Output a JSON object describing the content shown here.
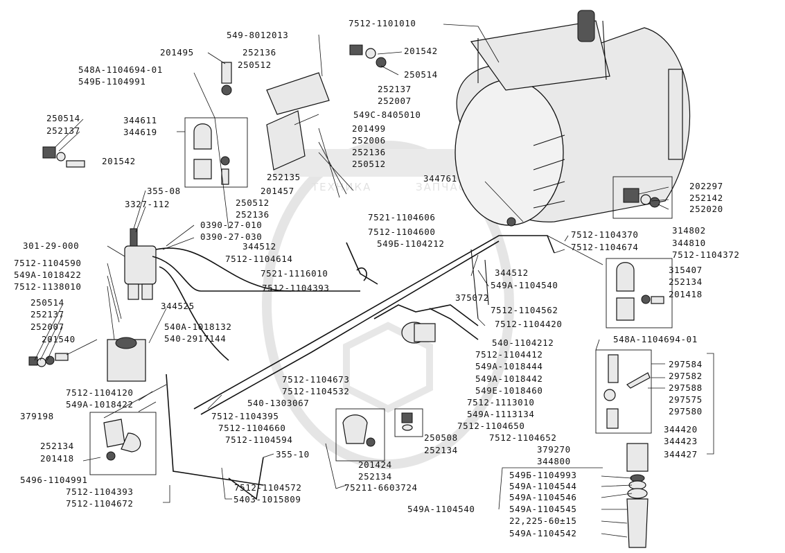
{
  "diagram": {
    "watermark": {
      "brand": "ТЕХНИКА",
      "subtitle": "ЗАПЧАСТИ"
    },
    "labels": [
      "7512-1101010",
      "549-8012013",
      "201495",
      "252136",
      "250512",
      "201542",
      "250514",
      "252137",
      "252007",
      "548A-1104694-01",
      "549Б-1104991",
      "549C-8405010",
      "201499",
      "252006",
      "252136",
      "250512",
      "250514",
      "252137",
      "201542",
      "344611",
      "344619",
      "252135",
      "201457",
      "344761",
      "202297",
      "252142",
      "252020",
      "355-08",
      "3327-112",
      "250512",
      "252136",
      "0390-27-010",
      "0390-27-030",
      "7521-1104606",
      "7512-1104600",
      "549Б-1104212",
      "7512-1104370",
      "7512-1104674",
      "314802",
      "344810",
      "7512-1104372",
      "301-29-000",
      "344512",
      "7512-1104614",
      "7521-1116010",
      "7512-1104393",
      "375072",
      "344512",
      "549A-1104540",
      "315407",
      "252134",
      "201418",
      "7512-1104590",
      "549A-1018422",
      "7512-1138010",
      "7512-1104562",
      "344525",
      "250514",
      "252137",
      "252007",
      "201540",
      "540A-1018132",
      "540-2917144",
      "7512-1104420",
      "548A-1104694-01",
      "540-1104212",
      "7512-1104412",
      "549A-1018444",
      "549A-1018442",
      "549E-1018460",
      "7512-1104673",
      "7512-1104532",
      "540-1303067",
      "7512-1113010",
      "549A-1113134",
      "297584",
      "297582",
      "297588",
      "297575",
      "297580",
      "7512-1104120",
      "549A-1018422",
      "379198",
      "7512-1104395",
      "7512-1104660",
      "7512-1104594",
      "7512-1104650",
      "7512-1104652",
      "250508",
      "252134",
      "379270",
      "344800",
      "344420",
      "344423",
      "344427",
      "252134",
      "201418",
      "355-10",
      "201424",
      "252134",
      "549Б-1104993",
      "549A-1104544",
      "549A-1104546",
      "5496-1104991",
      "7512-1104393",
      "7512-1104572",
      "75211-6603724",
      "549A-1104545",
      "22,225-60±15",
      "549A-1104540",
      "549A-1104542",
      "7512-1104672",
      "5403-1015809"
    ]
  }
}
